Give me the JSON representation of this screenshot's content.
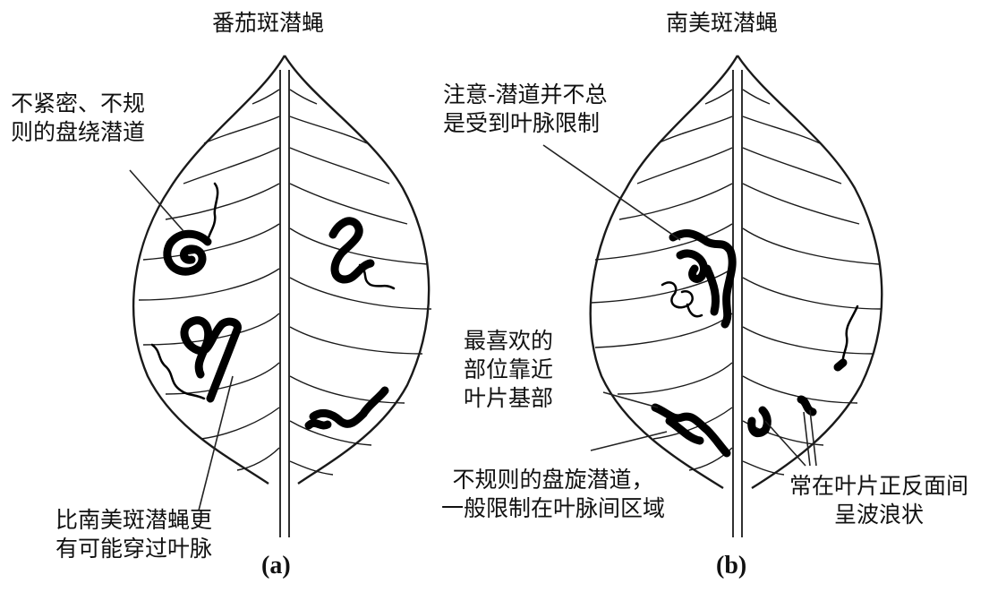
{
  "diagram": {
    "left": {
      "title": "番茄斑潜蝇",
      "panel": "(a)",
      "notes": {
        "loose_mine": [
          "不紧密、不规",
          "则的盘绕潜道"
        ],
        "crosses_veins": [
          "比南美斑潜蝇更",
          "有可能穿过叶脉"
        ]
      }
    },
    "right": {
      "title": "南美斑潜蝇",
      "panel": "(b)",
      "notes": {
        "not_limited": [
          "注意-潜道并不总",
          "是受到叶脉限制"
        ],
        "base": [
          "最喜欢的",
          "部位靠近",
          "叶片基部"
        ],
        "irregular": [
          "不规则的盘旋潜道，",
          "一般限制在叶脉间区域"
        ],
        "wavy": [
          "常在叶片正反面间",
          "呈波浪状"
        ]
      }
    }
  }
}
